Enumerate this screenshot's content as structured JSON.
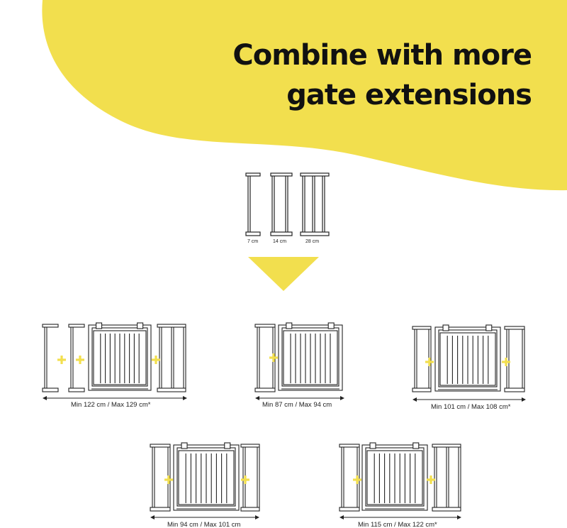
{
  "headline": {
    "line1": "Combine with more",
    "line2": "gate extensions"
  },
  "colors": {
    "accent_yellow": "#F2DF4E",
    "line": "#222222",
    "background": "#FFFFFF"
  },
  "extensions": [
    {
      "label": "7 cm"
    },
    {
      "label": "14 cm"
    },
    {
      "label": "28 cm"
    }
  ],
  "combinations": [
    {
      "label": "Min 122 cm / Max 129 cm*"
    },
    {
      "label": "Min 87 cm / Max 94 cm"
    },
    {
      "label": "Min 101 cm / Max 108 cm*"
    },
    {
      "label": "Min 94 cm / Max 101 cm"
    },
    {
      "label": "Min 115 cm / Max 122 cm*"
    }
  ],
  "icons": {
    "plus": "plus-icon",
    "arrow": "arrow-down-icon"
  }
}
